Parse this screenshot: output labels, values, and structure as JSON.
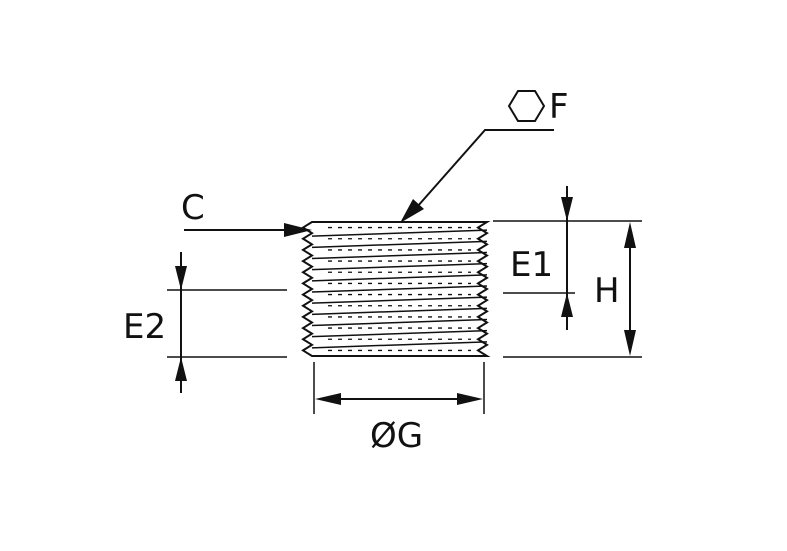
{
  "labels": {
    "hex": "F",
    "c": "C",
    "e1": "E1",
    "e2": "E2",
    "h": "H",
    "g": "ØG"
  },
  "colors": {
    "line": "#111111",
    "background": "#ffffff"
  },
  "icons": {
    "hex": "hexagon-icon"
  }
}
